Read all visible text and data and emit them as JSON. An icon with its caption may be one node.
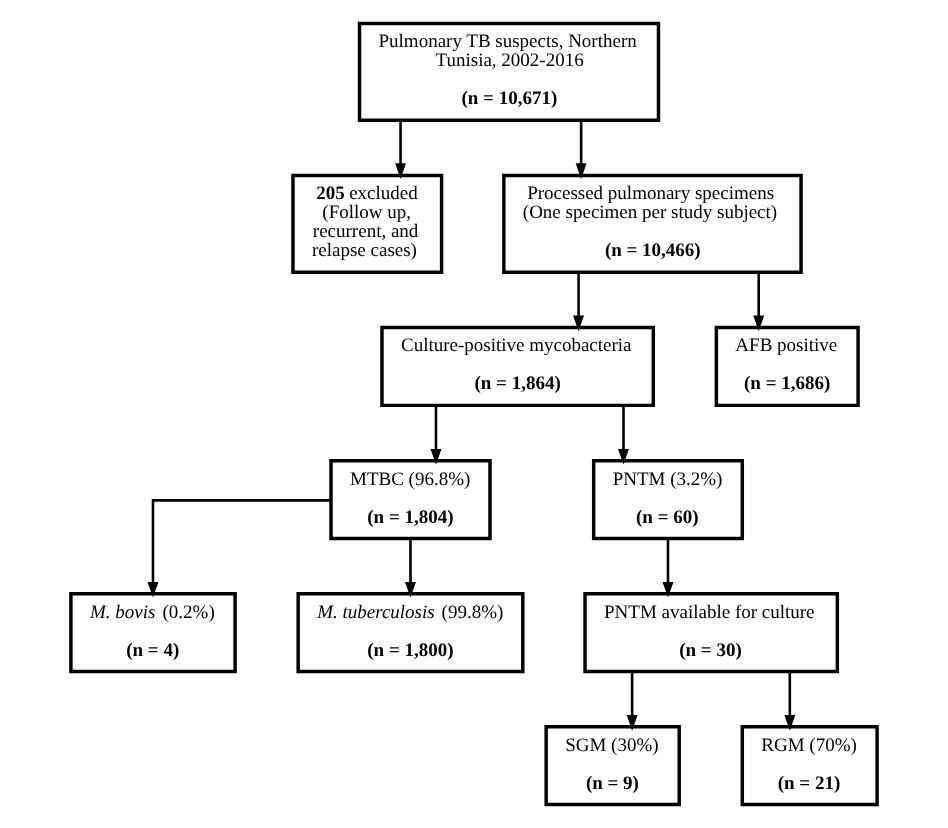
{
  "diagram": {
    "nodes": [
      {
        "text": [
          "Pulmonary TB suspects, Northern Tunisia, 2002-2016",
          "(n = 10,671)"
        ]
      },
      {
        "text": [
          "**205** excluded (Follow up, recurrent, and relapse cases)"
        ]
      },
      {
        "text": [
          "Processed pulmonary specimens (One specimen per study subject)",
          "(n = 10,466)"
        ]
      },
      {
        "text": [
          "Culture-positive mycobacteria",
          "(n = 1,864)"
        ]
      },
      {
        "text": [
          "AFB positive",
          "(n = 1,686)"
        ]
      },
      {
        "text": [
          "MTBC (96.8%)",
          "(n = 1,804)"
        ]
      },
      {
        "text": [
          "PNTM (3.2%)",
          "(n = 60)"
        ]
      },
      {
        "text": [
          "*M. bovis* (0.2%)",
          "(n = 4)"
        ]
      },
      {
        "text": [
          "*M. tuberculosis* (99.8%)",
          "(n = 1,800)"
        ]
      },
      {
        "text": [
          "PNTM available for culture",
          "(n = 30)"
        ]
      },
      {
        "text": [
          "SGM (30%)",
          "(n = 9)"
        ]
      },
      {
        "text": [
          "RGM (70%)",
          "(n = 21)"
        ]
      }
    ],
    "edges": [
      {
        "from": 0,
        "to": 1,
        "arrow": "to"
      },
      {
        "from": 0,
        "to": 2,
        "arrow": "to"
      },
      {
        "from": 2,
        "to": 3,
        "arrow": "to"
      },
      {
        "from": 2,
        "to": 4,
        "arrow": "to"
      },
      {
        "from": 3,
        "to": 5,
        "arrow": "to"
      },
      {
        "from": 3,
        "to": 6,
        "arrow": "to"
      },
      {
        "from": 5,
        "to": 7,
        "arrow": "to"
      },
      {
        "from": 5,
        "to": 8,
        "arrow": "to"
      },
      {
        "from": 6,
        "to": 9,
        "arrow": "to"
      },
      {
        "from": 9,
        "to": 10,
        "arrow": "to"
      },
      {
        "from": 9,
        "to": 11,
        "arrow": "to"
      }
    ]
  }
}
